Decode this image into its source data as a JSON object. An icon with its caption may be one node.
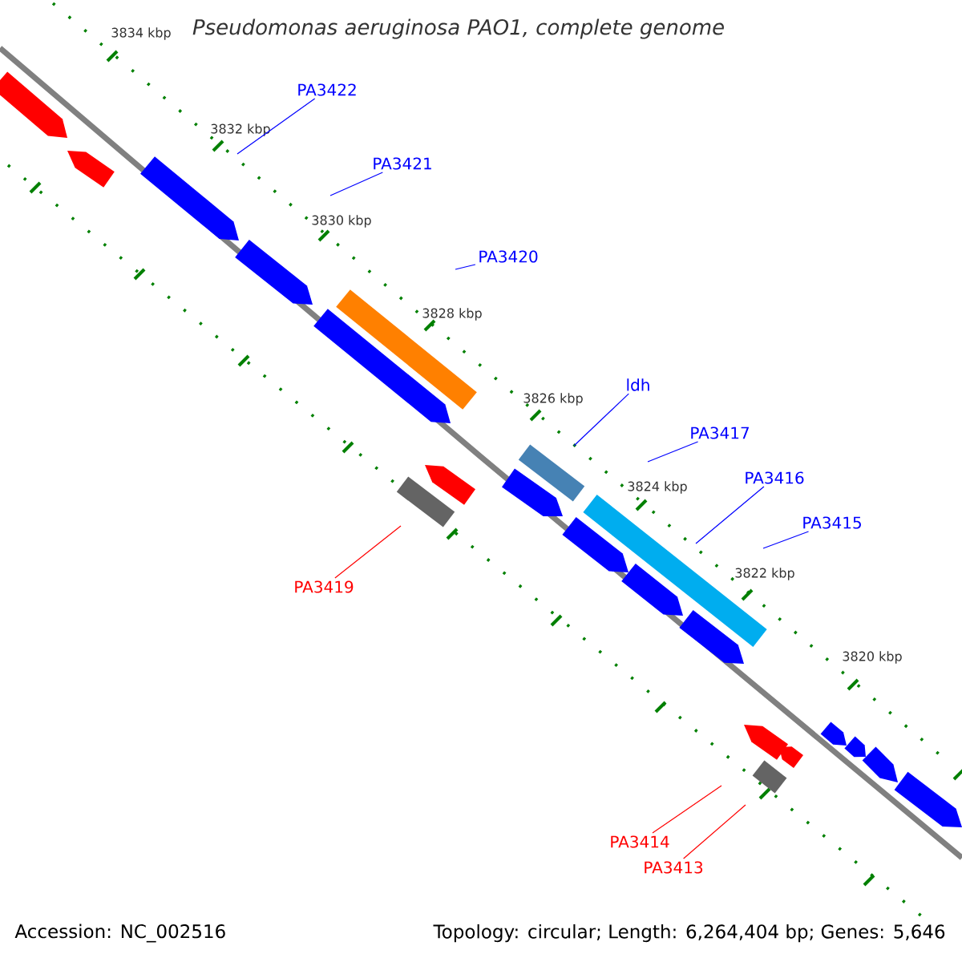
{
  "diagram": {
    "title": "Pseudomonas aeruginosa PAO1, complete genome",
    "nodes": [
      {
        "text": [
          "PA3422"
        ]
      },
      {
        "text": [
          "PA3421"
        ]
      },
      {
        "text": [
          "PA3420"
        ]
      },
      {
        "text": [
          "ldh"
        ]
      },
      {
        "text": [
          "PA3417"
        ]
      },
      {
        "text": [
          "PA3416"
        ]
      },
      {
        "text": [
          "PA3415"
        ]
      },
      {
        "text": [
          "PA3419"
        ]
      },
      {
        "text": [
          "PA3414"
        ]
      },
      {
        "text": [
          "PA3413"
        ]
      }
    ],
    "edges": [
      {
        "from": 0,
        "to": null,
        "arrow": "none"
      },
      {
        "from": 1,
        "to": null,
        "arrow": "none"
      },
      {
        "from": 2,
        "to": null,
        "arrow": "none"
      },
      {
        "from": 3,
        "to": null,
        "arrow": "none"
      },
      {
        "from": 4,
        "to": null,
        "arrow": "none"
      },
      {
        "from": 5,
        "to": null,
        "arrow": "none"
      },
      {
        "from": 6,
        "to": null,
        "arrow": "none"
      },
      {
        "from": 7,
        "to": null,
        "arrow": "none",
        "color": "#ff0000"
      },
      {
        "from": 8,
        "to": null,
        "arrow": "none",
        "color": "#ff0000"
      },
      {
        "from": 9,
        "to": null,
        "arrow": "none",
        "color": "#ff0000"
      }
    ],
    "labels": [
      "3834 kbp",
      "3832 kbp",
      "3830 kbp",
      "3828 kbp",
      "3826 kbp",
      "3824 kbp",
      "3822 kbp",
      "3820 kbp",
      "Accession: NC_002516",
      "Topology: circular; Length: 6,264,404 bp; Genes: 5,646"
    ]
  }
}
